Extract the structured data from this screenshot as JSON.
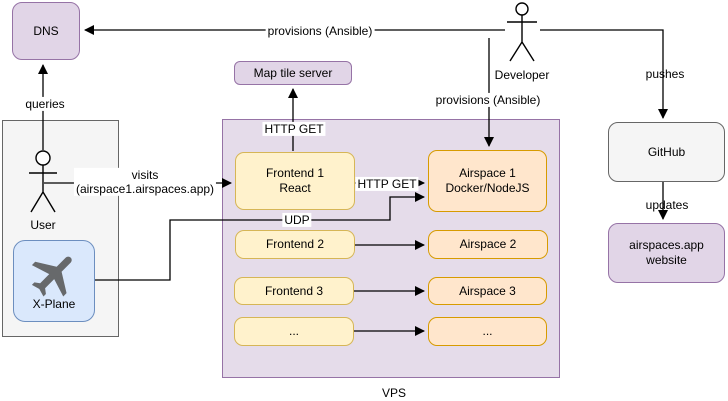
{
  "diagram": {
    "nodes": {
      "dns": {
        "label": "DNS"
      },
      "map_tile_server": {
        "label": "Map tile server"
      },
      "frontend1": {
        "line1": "Frontend 1",
        "line2": "React"
      },
      "frontend2": {
        "label": "Frontend 2"
      },
      "frontend3": {
        "label": "Frontend 3"
      },
      "frontend_more": {
        "label": "..."
      },
      "airspace1": {
        "line1": "Airspace 1",
        "line2": "Docker/NodeJS"
      },
      "airspace2": {
        "label": "Airspace 2"
      },
      "airspace3": {
        "label": "Airspace 3"
      },
      "airspace_more": {
        "label": "..."
      },
      "github": {
        "label": "GitHub"
      },
      "website": {
        "line1": "airspaces.app",
        "line2": "website"
      },
      "xplane": {
        "label": "X-Plane"
      },
      "vps": {
        "label": "VPS"
      }
    },
    "actors": {
      "user": {
        "label": "User"
      },
      "developer": {
        "label": "Developer"
      }
    },
    "edge_labels": {
      "queries": "queries",
      "provisions_dns": "provisions (Ansible)",
      "provisions_airspace": "provisions (Ansible)",
      "pushes": "pushes",
      "updates": "updates",
      "visits_line1": "visits",
      "visits_line2": "(airspace1.airspaces.app)",
      "http_get_map": "HTTP GET",
      "http_get_airspace": "HTTP GET",
      "udp": "UDP"
    },
    "colors": {
      "purple_fill": "#E1D5E7",
      "purple_border": "#9673A6",
      "vps_fill": "#E5DCEA",
      "yellow_fill": "#FFF2CC",
      "yellow_border": "#D6B656",
      "orange_fill": "#FFE6CC",
      "orange_border": "#D79B00",
      "blue_fill": "#DAE8FC",
      "blue_border": "#6C8EBF",
      "gray_fill": "#F5F5F5",
      "gray_border": "#666666",
      "line": "#000000",
      "plane_icon": "#67696B"
    }
  }
}
